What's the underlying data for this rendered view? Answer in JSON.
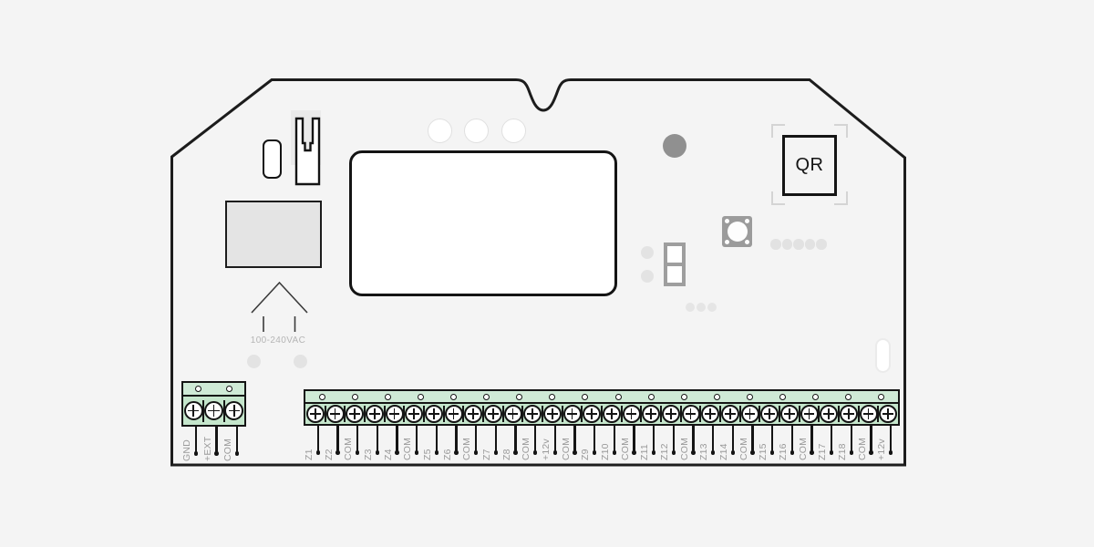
{
  "diagram": {
    "background_color": "#f4f4f4",
    "outline_color": "#1c1c1c",
    "power_input_label": "100-240VAC",
    "qr_placeholder_label": "QR",
    "colors": {
      "terminal_green": "#c5e6cc",
      "terminal_strip_green": "#cfead6",
      "terminal_label_gray": "#9a9a9a"
    },
    "power_terminal_block": {
      "terminals": [
        "GND",
        "+EXT",
        "COM"
      ]
    },
    "zone_terminal_block": {
      "terminals": [
        "Z1",
        "Z2",
        "COM",
        "Z3",
        "Z4",
        "COM",
        "Z5",
        "Z6",
        "COM",
        "Z7",
        "Z8",
        "COM",
        "+12v",
        "COM",
        "Z9",
        "Z10",
        "COM",
        "Z11",
        "Z12",
        "COM",
        "Z13",
        "Z14",
        "COM",
        "Z15",
        "Z16",
        "COM",
        "Z17",
        "Z18",
        "COM",
        "+12v"
      ]
    }
  }
}
